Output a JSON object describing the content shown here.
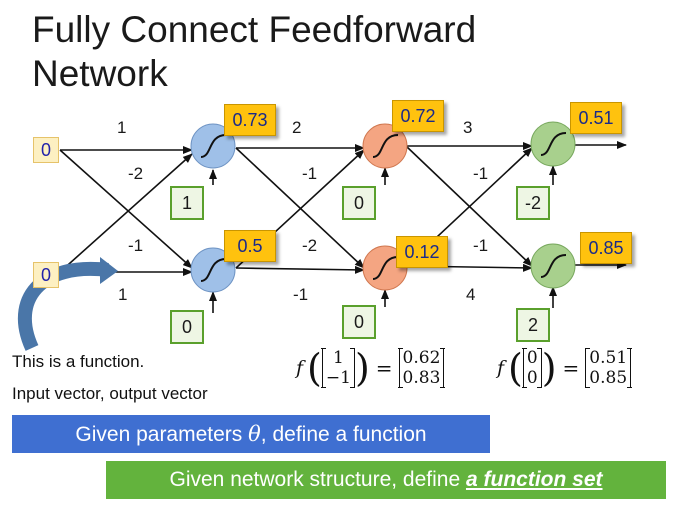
{
  "title": {
    "line1": "Fully Connect Feedforward",
    "line2": "Network"
  },
  "inputs": [
    "0",
    "0"
  ],
  "layer1": {
    "weights": [
      "1",
      "-2",
      "-1",
      "1"
    ],
    "biases": [
      "1",
      "0"
    ],
    "outputs": [
      "0.73",
      "0.5"
    ]
  },
  "layer2": {
    "weights": [
      "2",
      "-1",
      "-2",
      "-1"
    ],
    "biases": [
      "0",
      "0"
    ],
    "outputs": [
      "0.72",
      "0.12"
    ]
  },
  "layer3": {
    "weights": [
      "3",
      "-1",
      "-1",
      "4"
    ],
    "biases": [
      "-2",
      "2"
    ],
    "outputs": [
      "0.51",
      "0.85"
    ]
  },
  "note": {
    "line1": "This is a function.",
    "line2": "Input vector, output vector"
  },
  "formula1": {
    "f": "f",
    "in": [
      "1",
      "−1"
    ],
    "eq": "=",
    "out": [
      "0.62",
      "0.83"
    ]
  },
  "formula2": {
    "f": "f",
    "in": [
      "0",
      "0"
    ],
    "eq": "=",
    "out": [
      "0.51",
      "0.85"
    ]
  },
  "banner1": {
    "prefix": "Given parameters ",
    "theta": "θ",
    "suffix": ", define a function"
  },
  "banner2": {
    "prefix": "Given network structure, define ",
    "emph": "a function set"
  },
  "colors": {
    "layer1_neuron": "#9fc0e8",
    "layer2_neuron": "#f4a582",
    "layer3_neuron": "#a8d08d",
    "output_box": "#ffc20e",
    "bias_border": "#5aa02c",
    "banner1": "#3f6fd1",
    "banner2": "#63b33d"
  }
}
